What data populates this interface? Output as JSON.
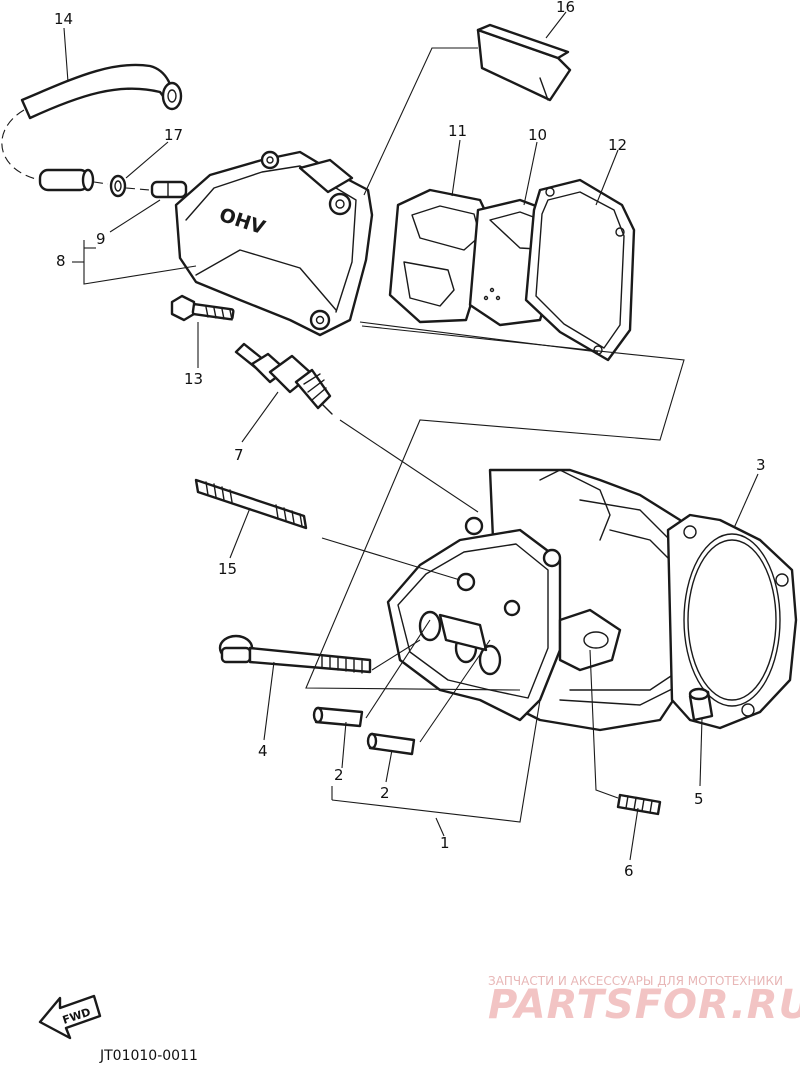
{
  "diagram": {
    "callouts": [
      {
        "id": "callout-1",
        "text": "1"
      },
      {
        "id": "callout-2a",
        "text": "2"
      },
      {
        "id": "callout-2b",
        "text": "2"
      },
      {
        "id": "callout-3",
        "text": "3"
      },
      {
        "id": "callout-4",
        "text": "4"
      },
      {
        "id": "callout-5",
        "text": "5"
      },
      {
        "id": "callout-6",
        "text": "6"
      },
      {
        "id": "callout-7",
        "text": "7"
      },
      {
        "id": "callout-8",
        "text": "8"
      },
      {
        "id": "callout-9",
        "text": "9"
      },
      {
        "id": "callout-10",
        "text": "10"
      },
      {
        "id": "callout-11",
        "text": "11"
      },
      {
        "id": "callout-12",
        "text": "12"
      },
      {
        "id": "callout-13",
        "text": "13"
      },
      {
        "id": "callout-14",
        "text": "14"
      },
      {
        "id": "callout-15",
        "text": "15"
      },
      {
        "id": "callout-16",
        "text": "16"
      },
      {
        "id": "callout-17",
        "text": "17"
      }
    ],
    "cover_embossing": "OHV",
    "fwd_arrow_label": "FWD",
    "drawing_code": "JT01010-0011",
    "watermark": {
      "tagline": "ЗАПЧАСТИ И АКСЕССУАРЫ ДЛЯ МОТОТЕХНИКИ",
      "brand": "PARTSFOR.RU",
      "color": "#f2c4c4"
    }
  }
}
